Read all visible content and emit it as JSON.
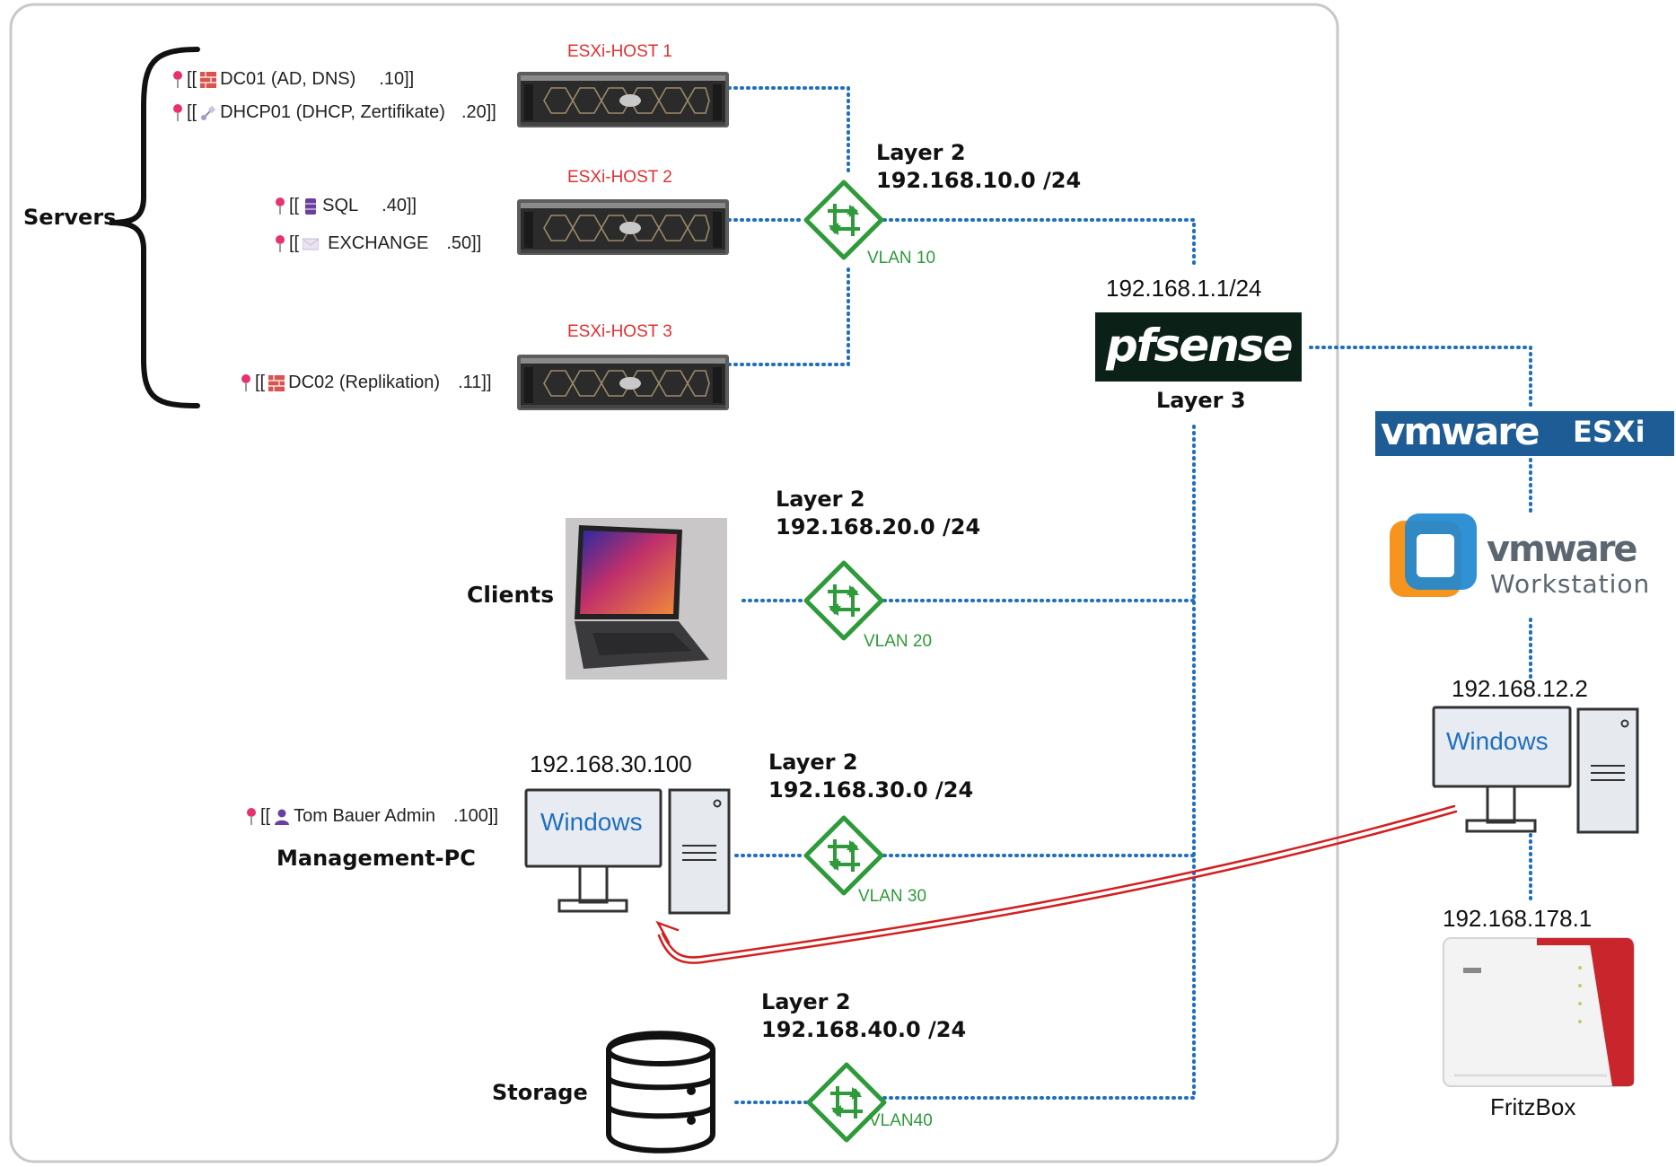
{
  "servers_label": "Servers",
  "hosts": [
    {
      "label": "ESXi-HOST 1"
    },
    {
      "label": "ESXi-HOST 2"
    },
    {
      "label": "ESXi-HOST 3"
    }
  ],
  "server_entries": [
    {
      "prefix": "[[",
      "icon": "brick-wall-icon",
      "text": "DC01 (AD, DNS)",
      "suffix": ".10]]"
    },
    {
      "prefix": "[[",
      "icon": "satellite-icon",
      "text": "DHCP01 (DHCP, Zertifikate)",
      "suffix": ".20]]"
    },
    {
      "prefix": "[[",
      "icon": "database-icon",
      "text": "SQL",
      "suffix": ".40]]"
    },
    {
      "prefix": "[[",
      "icon": "envelope-icon",
      "text": "EXCHANGE",
      "suffix": ".50]]"
    },
    {
      "prefix": "[[",
      "icon": "brick-wall-icon",
      "text": "DC02 (Replikation)",
      "suffix": ".11]]"
    },
    {
      "prefix": "[[",
      "icon": "person-icon",
      "text": "Tom Bauer Admin",
      "suffix": ".100]]"
    }
  ],
  "networks": [
    {
      "layer": "Layer 2",
      "subnet": "192.168.10.0 /24",
      "vlan": "VLAN 10"
    },
    {
      "layer": "Layer 2",
      "subnet": "192.168.20.0 /24",
      "vlan": "VLAN 20"
    },
    {
      "layer": "Layer 2",
      "subnet": "192.168.30.0 /24",
      "vlan": "VLAN 30"
    },
    {
      "layer": "Layer 2",
      "subnet": "192.168.40.0 /24",
      "vlan": "VLAN40"
    }
  ],
  "router": {
    "ip": "192.168.1.1/24",
    "logo_text": "pfsense",
    "layer": "Layer 3"
  },
  "clients_label": "Clients",
  "management": {
    "ip": "192.168.30.100",
    "screen_text": "Windows",
    "label": "Management-PC"
  },
  "storage_label": "Storage",
  "right_side": {
    "esxi_brand": "vmware",
    "esxi_product": "ESXi",
    "workstation_brand": "vmware",
    "workstation_product": "Workstation",
    "host_ip": "192.168.12.2",
    "host_screen_text": "Windows",
    "fritz_ip": "192.168.178.1",
    "fritz_label": "FritzBox"
  },
  "colors": {
    "link": "#1f6fbf",
    "switch": "#2e9a3a",
    "host_label": "#e03030",
    "remote_arrow": "#d22020",
    "frame": "#c8c8c8",
    "pfsense_bg": "#0b2118",
    "esxi_bg": "#1d5c94"
  }
}
